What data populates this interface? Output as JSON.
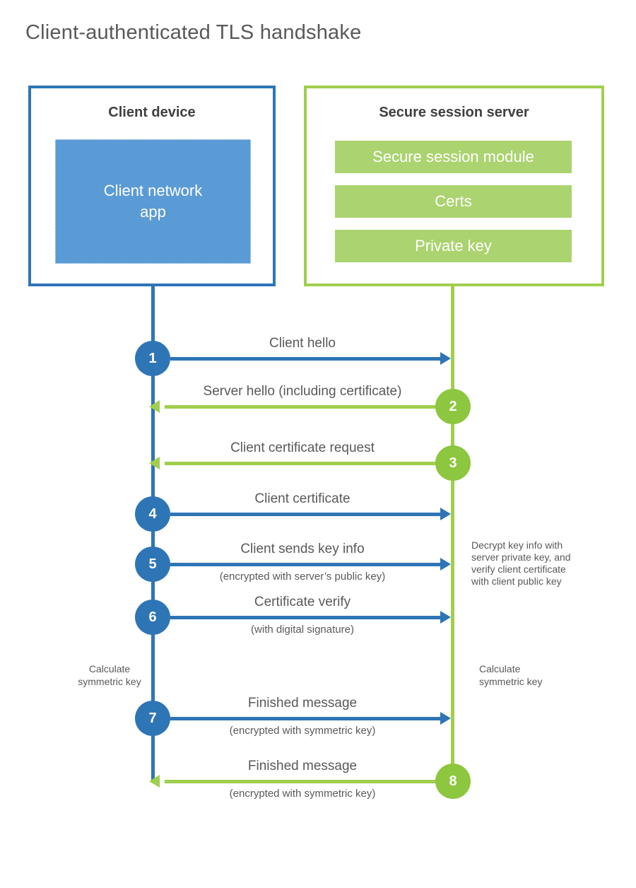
{
  "title": "Client-authenticated TLS handshake",
  "colors": {
    "blue": "#2E75B6",
    "blue_fill": "#5B9BD5",
    "green_line": "#A1CE4E",
    "green_circle": "#8DC63F",
    "green_fill": "#ABD36F",
    "text": "#58595B",
    "heading": "#3F3F3F"
  },
  "client_box": {
    "title": "Client device",
    "app_label": "Client network\napp"
  },
  "server_box": {
    "title": "Secure session server",
    "modules": {
      "0": "Secure session module",
      "1": "Certs",
      "2": "Private key"
    }
  },
  "steps": [
    {
      "number": "1",
      "label": "Client hello",
      "direction": "right",
      "color": "blue"
    },
    {
      "number": "2",
      "label": "Server hello (including certificate)",
      "direction": "left",
      "color": "green"
    },
    {
      "number": "3",
      "label": "Client certificate request",
      "direction": "left",
      "color": "green"
    },
    {
      "number": "4",
      "label": "Client certificate",
      "direction": "right",
      "color": "blue"
    },
    {
      "number": "5",
      "label": "Client sends key info",
      "sublabel": "(encrypted with server’s public key)",
      "direction": "right",
      "color": "blue"
    },
    {
      "number": "6",
      "label": "Certificate verify",
      "sublabel": "(with digital signature)",
      "direction": "right",
      "color": "blue"
    },
    {
      "number": "7",
      "label": "Finished message",
      "sublabel": "(encrypted with symmetric key)",
      "direction": "right",
      "color": "blue"
    },
    {
      "number": "8",
      "label": "Finished message",
      "sublabel": "(encrypted with symmetric key)",
      "direction": "left",
      "color": "green"
    }
  ],
  "annotations": {
    "decrypt_note": "Decrypt key info with server private key, and verify client certificate with client public key",
    "calc_left": "Calculate\nsymmetric key",
    "calc_right": "Calculate\nsymmetric key"
  }
}
